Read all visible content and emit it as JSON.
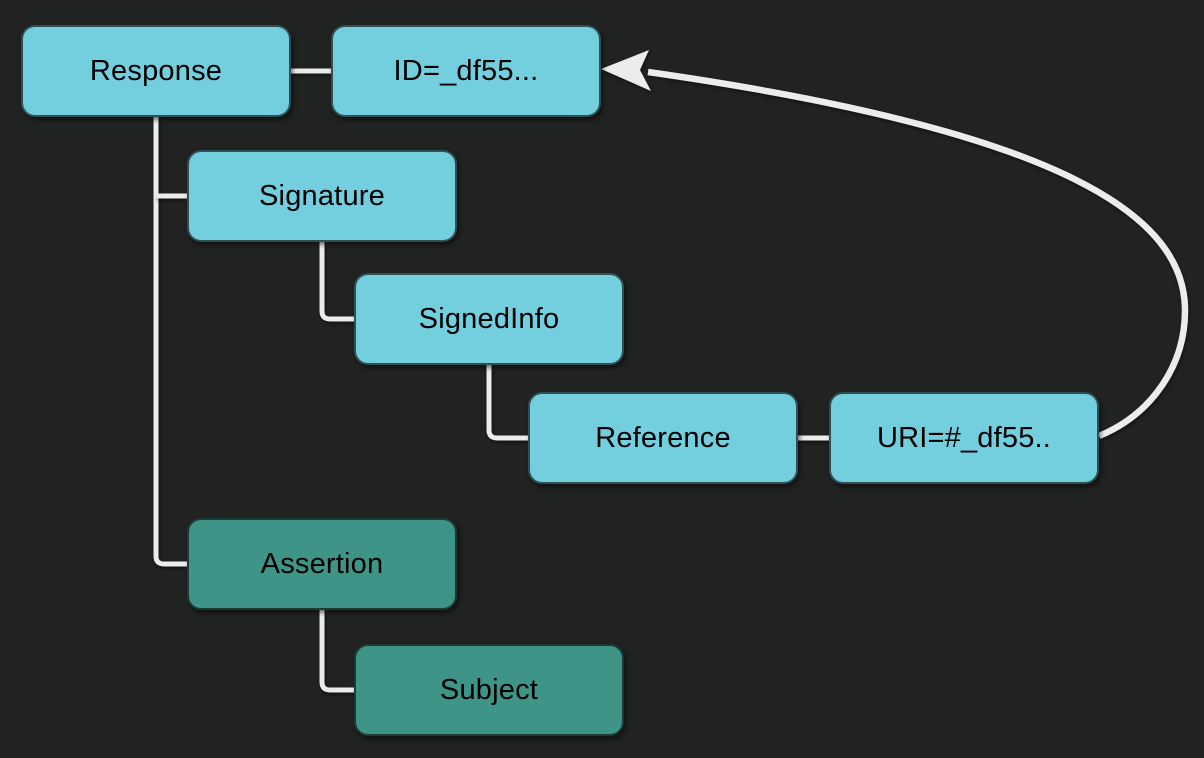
{
  "diagram": {
    "nodes": {
      "response": {
        "label": "Response",
        "kind": "element"
      },
      "id_attr": {
        "label": "ID=_df55...",
        "kind": "attribute"
      },
      "signature": {
        "label": "Signature",
        "kind": "element"
      },
      "signed_info": {
        "label": "SignedInfo",
        "kind": "element"
      },
      "reference": {
        "label": "Reference",
        "kind": "element"
      },
      "uri_attr": {
        "label": "URI=#_df55..",
        "kind": "attribute"
      },
      "assertion": {
        "label": "Assertion",
        "kind": "element"
      },
      "subject": {
        "label": "Subject",
        "kind": "element"
      }
    },
    "edges": [
      {
        "from": "response",
        "to": "id_attr",
        "style": "plain"
      },
      {
        "from": "response",
        "to": "signature",
        "style": "tree"
      },
      {
        "from": "response",
        "to": "assertion",
        "style": "tree"
      },
      {
        "from": "signature",
        "to": "signed_info",
        "style": "tree"
      },
      {
        "from": "signed_info",
        "to": "reference",
        "style": "tree"
      },
      {
        "from": "reference",
        "to": "uri_attr",
        "style": "plain"
      },
      {
        "from": "assertion",
        "to": "subject",
        "style": "tree"
      },
      {
        "from": "uri_attr",
        "to": "id_attr",
        "style": "curved-arrow"
      }
    ],
    "colors": {
      "background": "#212222",
      "element_fill": "#73cede",
      "assertion_fill": "#3f9488",
      "connector": "#ececec",
      "text": "#000000"
    }
  }
}
